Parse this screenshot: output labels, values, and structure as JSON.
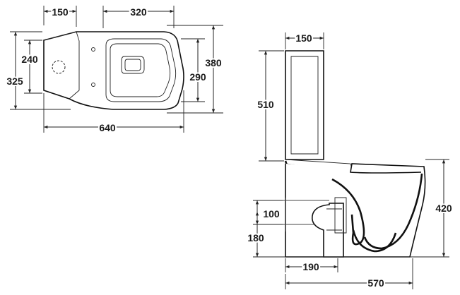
{
  "top_view": {
    "dims": {
      "tank_width": "150",
      "seat_width": "320",
      "height_240": "240",
      "height_325": "325",
      "height_380": "380",
      "height_290": "290",
      "length_640": "640"
    }
  },
  "side_view": {
    "dims": {
      "tank_depth": "150",
      "tank_height": "510",
      "pan_height": "420",
      "outlet_diameter": "100",
      "outlet_height": "180",
      "outlet_distance": "190",
      "total_length": "570"
    }
  },
  "colors": {
    "line": "#111111",
    "background": "#ffffff"
  }
}
